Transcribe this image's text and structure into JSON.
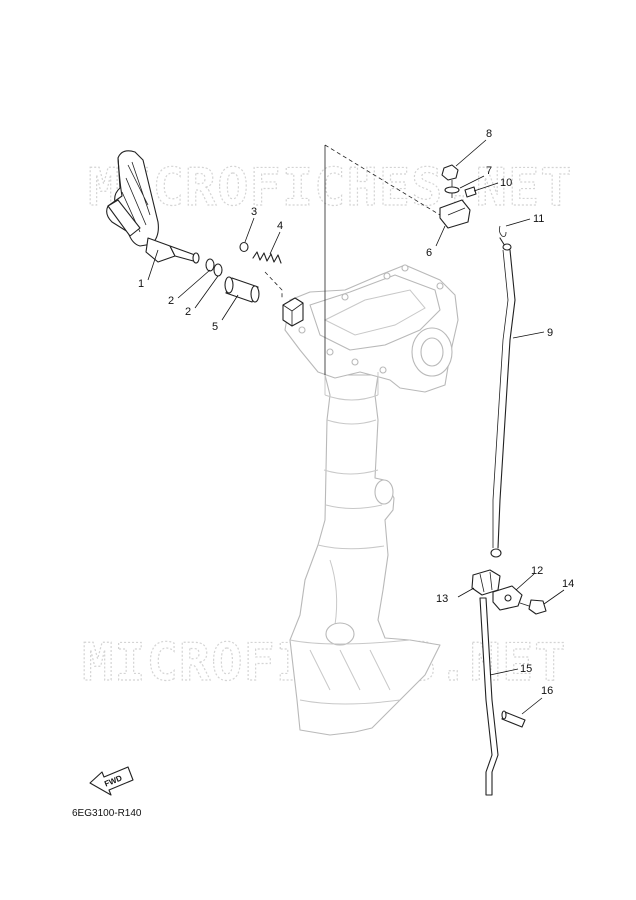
{
  "watermark": "MICROFICHES.NET",
  "fwd_label": "FWD",
  "diagram_code": "6EG3100-R140",
  "callouts": [
    "1",
    "2",
    "2",
    "3",
    "4",
    "5",
    "6",
    "7",
    "8",
    "9",
    "10",
    "11",
    "12",
    "13",
    "14",
    "15",
    "16"
  ]
}
